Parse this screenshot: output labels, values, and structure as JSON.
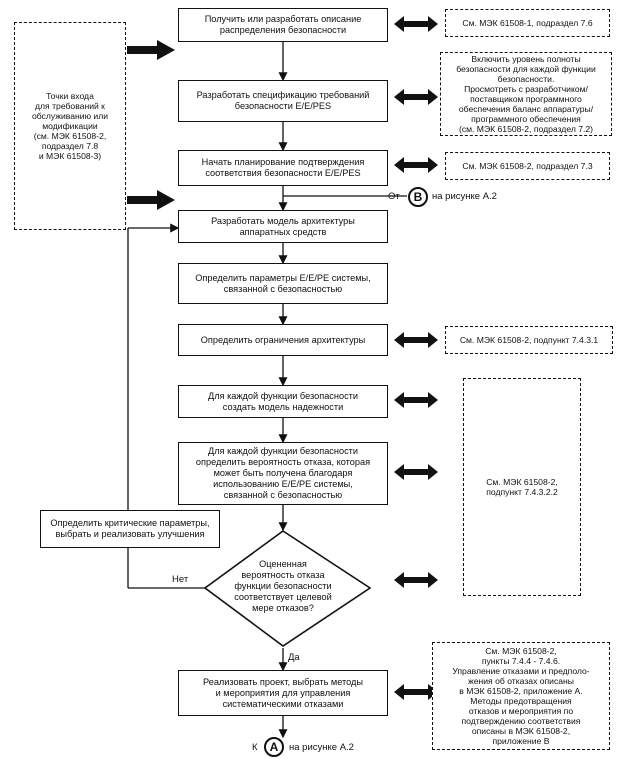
{
  "entry_note": "Точки входа\nдля требований к\nобслуживанию или\nмодификации\n(см. МЭК 61508-2,\nподраздел 7.8\nи МЭК 61508-3)",
  "steps": [
    "Получить или разработать описание\nраспределения безопасности",
    "Разработать спецификацию требований\nбезопасности E/E/PES",
    "Начать планирование подтверждения\nсоответствия безопасности E/E/PES",
    "Разработать модель архитектуры\nаппаратных средств",
    "Определить параметры E/E/PE системы,\nсвязанной с безопасностью",
    "Определить ограничения архитектуры",
    "Для каждой функции безопасности\nсоздать модель надежности",
    "Для каждой функции безопасности\nопределить вероятность отказа, которая\nможет быть получена благодаря\nиспользованию E/E/PE системы,\nсвязанной с безопасностью",
    "Реализовать проект, выбрать методы\nи мероприятия для управления\nсистематическими отказами"
  ],
  "decision": "Оцененная\nвероятность отказа\nфункции безопасности\nсоответствует целевой\nмере отказов?",
  "improve_box": "Определить критические параметры,\nвыбрать и реализовать улучшения",
  "refs": [
    "См. МЭК 61508-1, подраздел 7.6",
    "Включить уровень полноты\nбезопасности для каждой функции\nбезопасности.\nПросмотреть с разработчиком/\nпоставщиком программного\nобеспечения баланс аппаратуры/\nпрограммного обеспечения\n(см. МЭК 61508-2, подраздел 7.2)",
    "См. МЭК 61508-2, подраздел 7.3",
    "См. МЭК 61508-2, подпункт 7.4.3.1",
    "См. МЭК 61508-2,\nподпункт 7.4.3.2.2",
    "См. МЭК 61508-2,\nпункты 7.4.4 - 7.4.6.\nУправление отказами и предполо-\nжения об отказах описаны\nв МЭК 61508-2, приложение А.\nМетоды предотвращения\nотказов и мероприятия по\nподтверждению соответствия\nописаны в МЭК 61508-2,\nприложение В"
  ],
  "connector_in": {
    "prefix": "От",
    "letter": "B",
    "suffix": "на рисунке А.2"
  },
  "connector_out": {
    "prefix": "К",
    "letter": "A",
    "suffix": "на рисунке А.2"
  },
  "labels": {
    "no": "Нет",
    "yes": "Да"
  }
}
